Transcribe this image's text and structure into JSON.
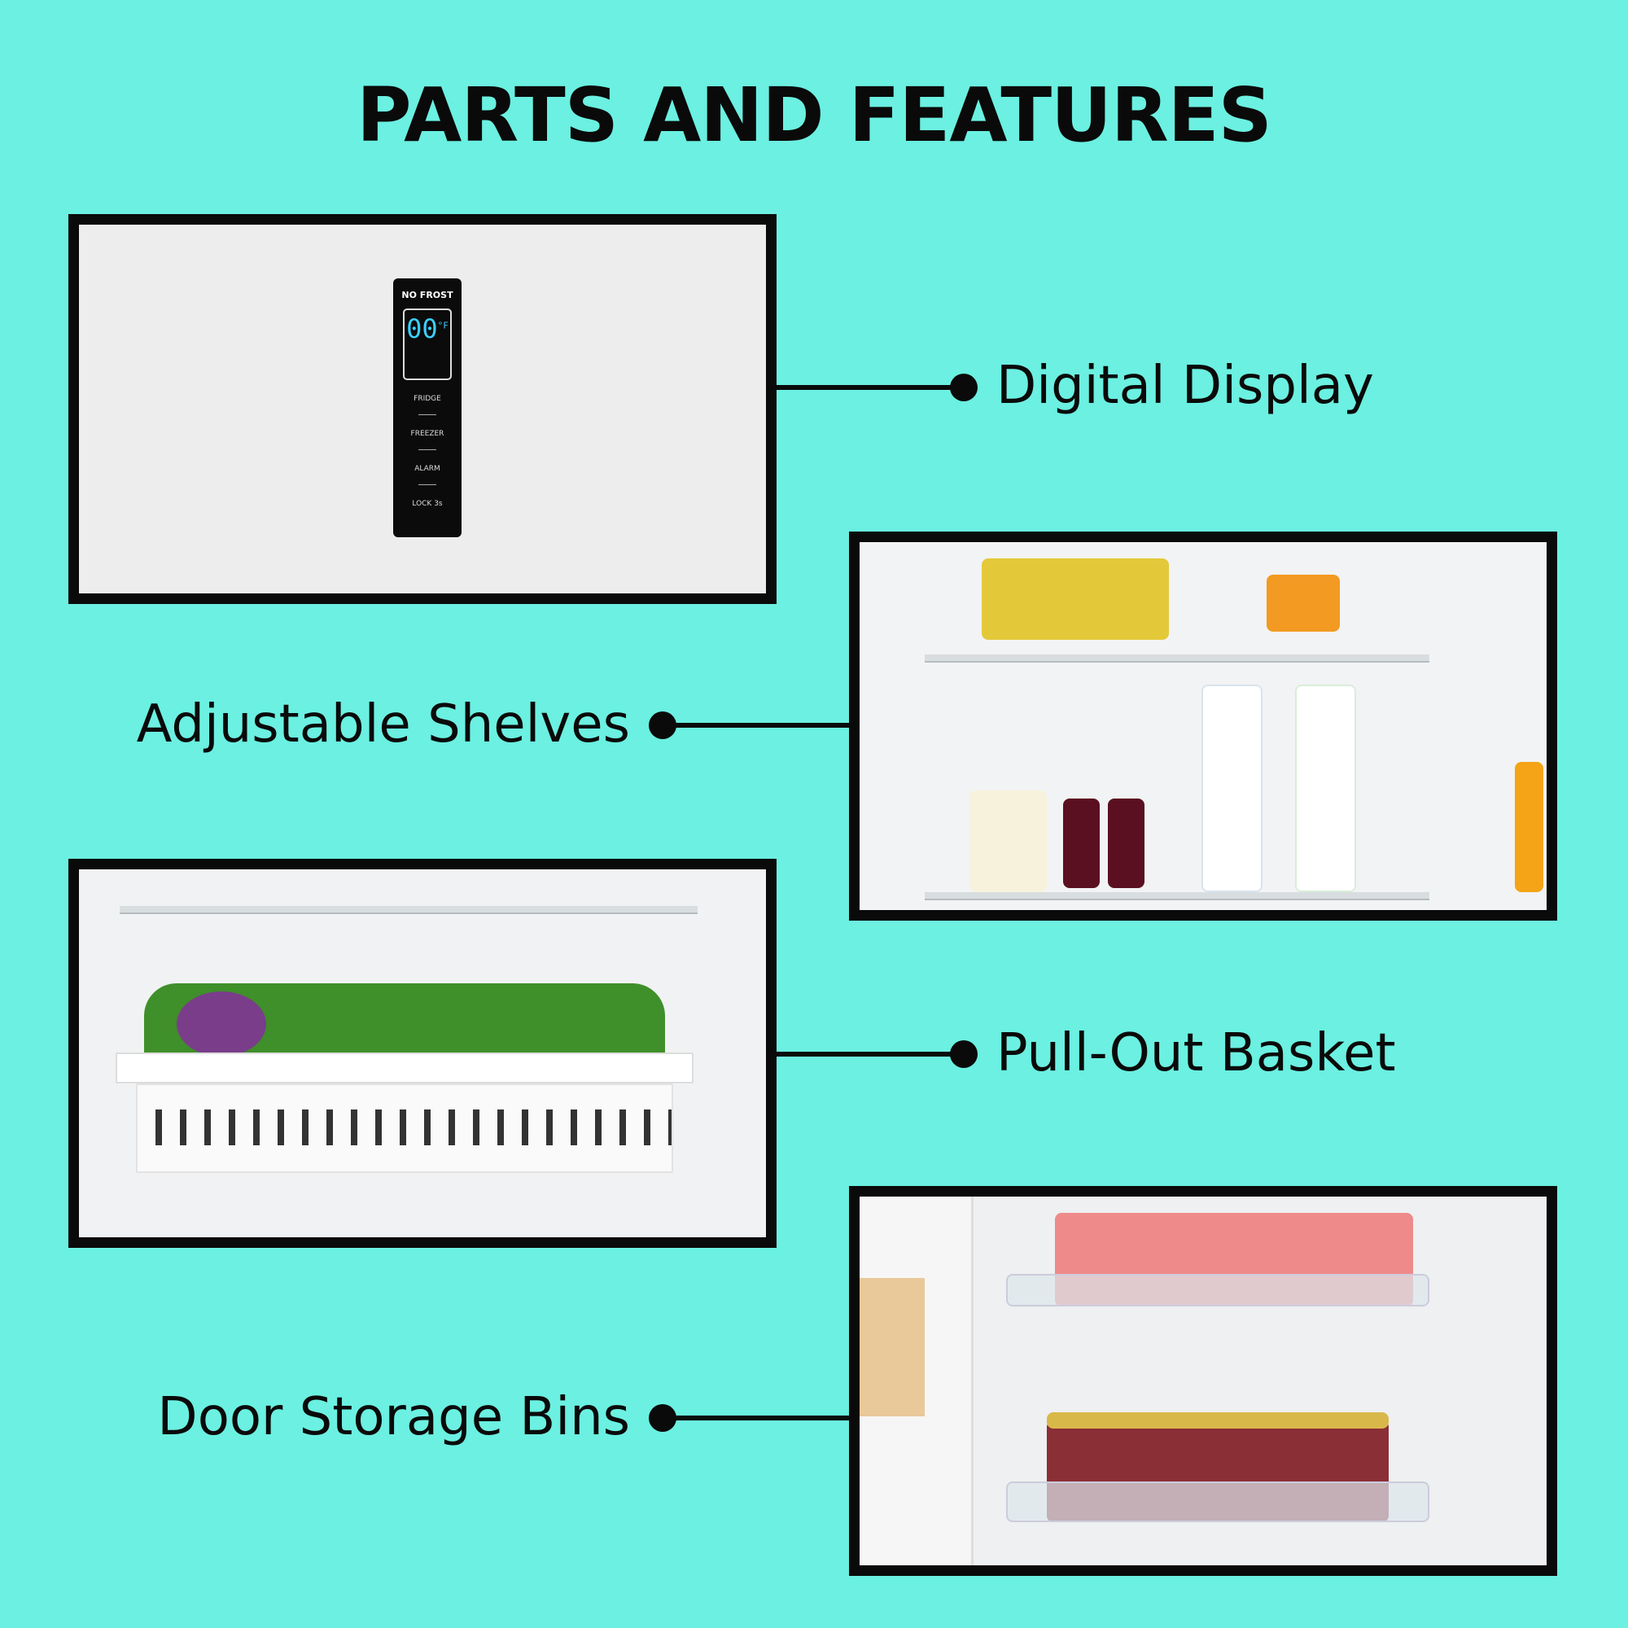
{
  "title": "PARTS AND FEATURES",
  "features": [
    {
      "label": "Digital Display"
    },
    {
      "label": "Adjustable Shelves"
    },
    {
      "label": "Pull-Out Basket"
    },
    {
      "label": "Door Storage Bins"
    }
  ],
  "control_panel": {
    "brand": "NO FROST",
    "temperature": "00",
    "unit": "°F",
    "buttons": [
      "FRIDGE",
      "FREEZER",
      "ALARM",
      "LOCK 3s"
    ]
  },
  "colors": {
    "background": "#6bf0e1",
    "border": "#0a0a0a",
    "display_digits": "#3ad0ff"
  }
}
